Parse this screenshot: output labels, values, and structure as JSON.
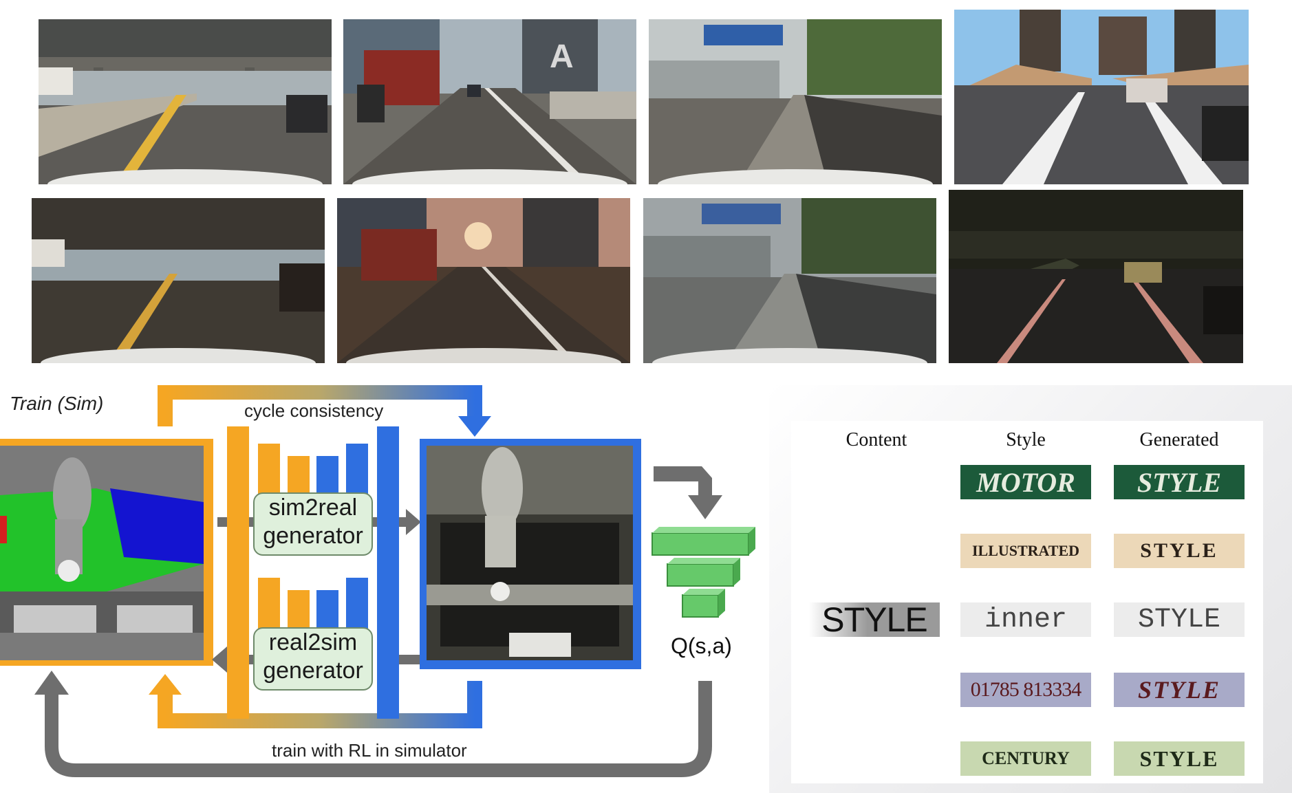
{
  "diagram": {
    "train_label": "Train (Sim)",
    "cycle_label": "cycle consistency",
    "sim2real_line1": "sim2real",
    "sim2real_line2": "generator",
    "real2sim_line1": "real2sim",
    "real2sim_line2": "generator",
    "q_label": "Q(s,a)",
    "rl_label": "train with RL in simulator",
    "colors": {
      "orange": "#f5a623",
      "blue": "#2f6fe0",
      "green": "#66c96a",
      "gray_arrow": "#6e6e6e"
    }
  },
  "style_transfer": {
    "headers": {
      "content": "Content",
      "style": "Style",
      "generated": "Generated"
    },
    "content_word": "STYLE",
    "rows": [
      {
        "style_text": "MOTOR",
        "generated_text": "STYLE"
      },
      {
        "style_text": "ILLUSTRATED",
        "generated_text": "STYLE"
      },
      {
        "style_text": "inner",
        "generated_text": "STYLE"
      },
      {
        "style_text": "01785 813334",
        "generated_text": "STYLE"
      },
      {
        "style_text": "CENTURY",
        "generated_text": "STYLE"
      }
    ]
  },
  "street_sign_letter": "A"
}
